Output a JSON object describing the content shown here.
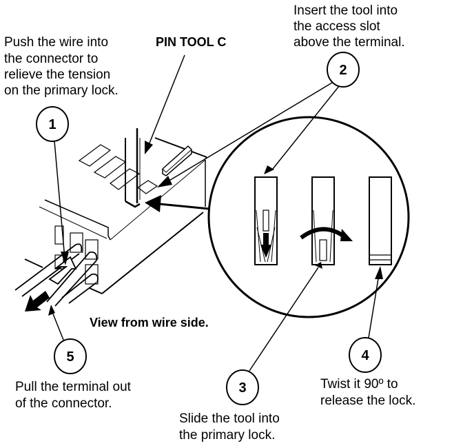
{
  "diagram": {
    "type": "technical-illustration",
    "subject": "terminal removal from connector using pin tool",
    "tool_label": "PIN TOOL C",
    "view_label": "View from wire side.",
    "colors": {
      "ink": "#000000",
      "background": "#ffffff"
    },
    "steps": [
      {
        "number": "1",
        "lines": [
          "Push the wire into",
          "the connector to",
          "relieve the tension",
          "on the primary lock."
        ]
      },
      {
        "number": "2",
        "lines": [
          "Insert the tool into",
          "the access slot",
          "above the terminal."
        ]
      },
      {
        "number": "3",
        "lines": [
          "Slide the tool into",
          "the primary lock."
        ]
      },
      {
        "number": "4",
        "lines": [
          "Twist it 90º to",
          "release the lock."
        ]
      },
      {
        "number": "5",
        "lines": [
          "Pull the terminal out",
          "of the connector."
        ]
      }
    ]
  }
}
